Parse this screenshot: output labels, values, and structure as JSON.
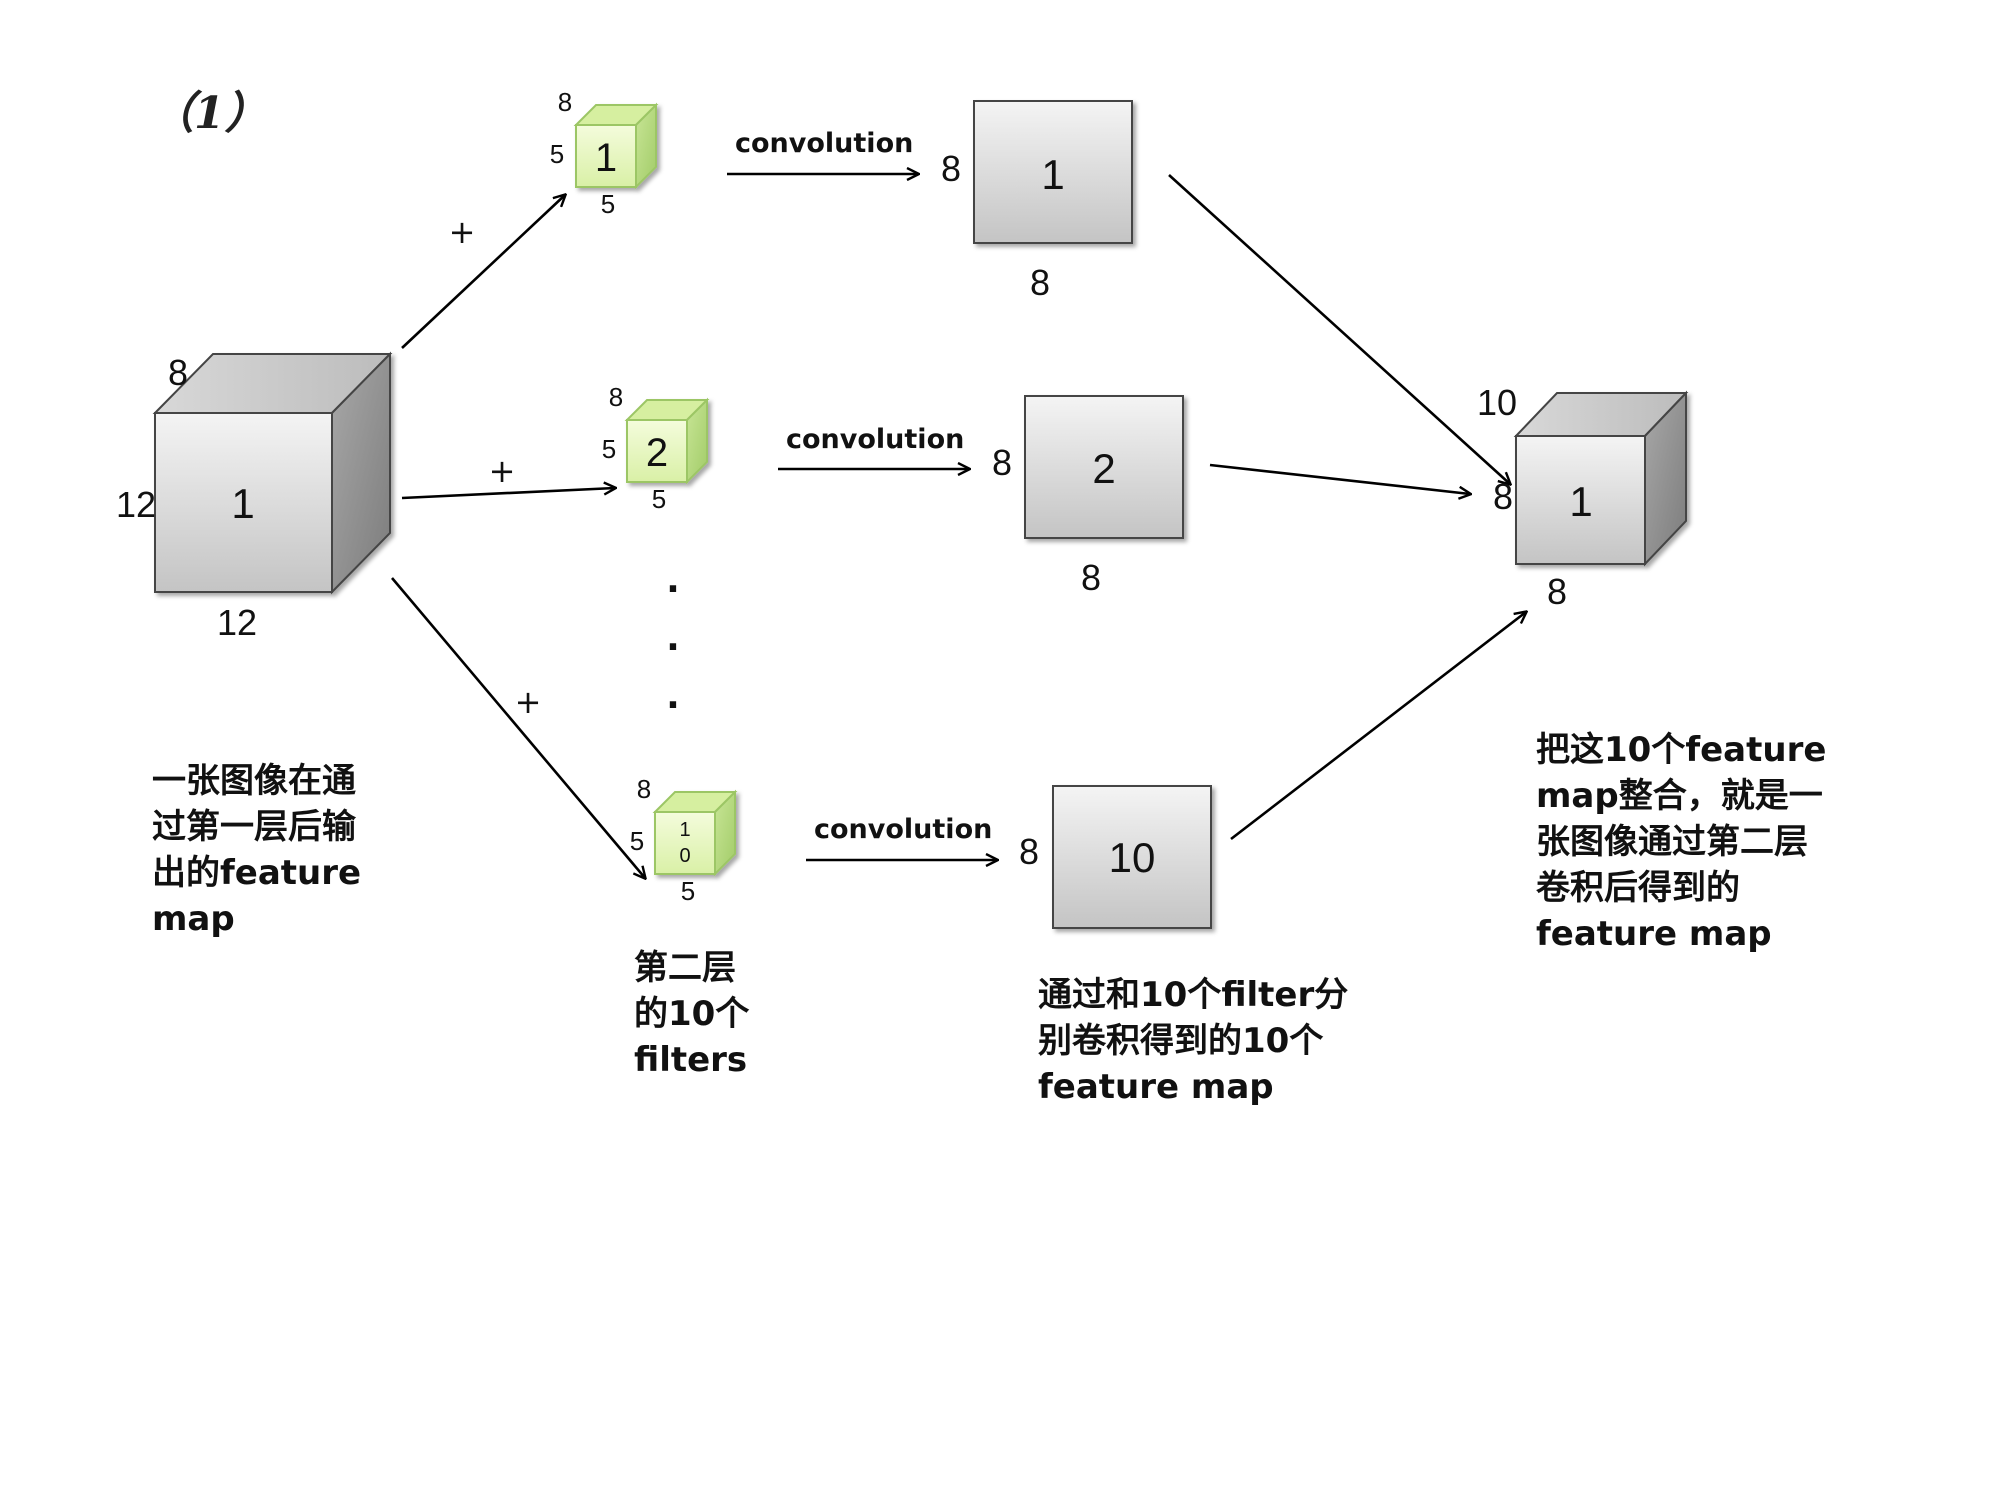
{
  "title": "（1）",
  "input": {
    "number": "1",
    "depth": "8",
    "height": "12",
    "width": "12",
    "caption": [
      "一张图像在通",
      "过第一层后输",
      "出的feature",
      "map"
    ]
  },
  "filters": [
    {
      "number": "1",
      "depth": "8",
      "height": "5",
      "width": "5"
    },
    {
      "number": "2",
      "depth": "8",
      "height": "5",
      "width": "5"
    },
    {
      "number_line1": "1",
      "number_line2": "0",
      "depth": "8",
      "height": "5",
      "width": "5"
    }
  ],
  "filters_caption": [
    "第二层",
    "的10个",
    "filters"
  ],
  "plus_sign": "+",
  "ellipsis": ".",
  "convolution_label": "convolution",
  "feature_maps": [
    {
      "number": "1",
      "height": "8",
      "width": "8"
    },
    {
      "number": "2",
      "height": "8",
      "width": "8"
    },
    {
      "number": "10",
      "height": "8",
      "width": "8"
    }
  ],
  "feature_maps_caption": [
    "通过和10个filter分",
    "别卷积得到的10个",
    "feature map"
  ],
  "output": {
    "number": "1",
    "depth": "10",
    "height": "8",
    "width": "8",
    "caption": [
      "把这10个feature",
      "map整合，就是一",
      "张图像通过第二层",
      "卷积后得到的",
      "feature map"
    ]
  },
  "colors": {
    "gray_face": "#e2e2e2",
    "gray_top": "#c8c8c8",
    "gray_side": "#909090",
    "green_face": "#eaf8c4",
    "green_top": "#d6efa0",
    "green_side": "#b3d77c"
  }
}
